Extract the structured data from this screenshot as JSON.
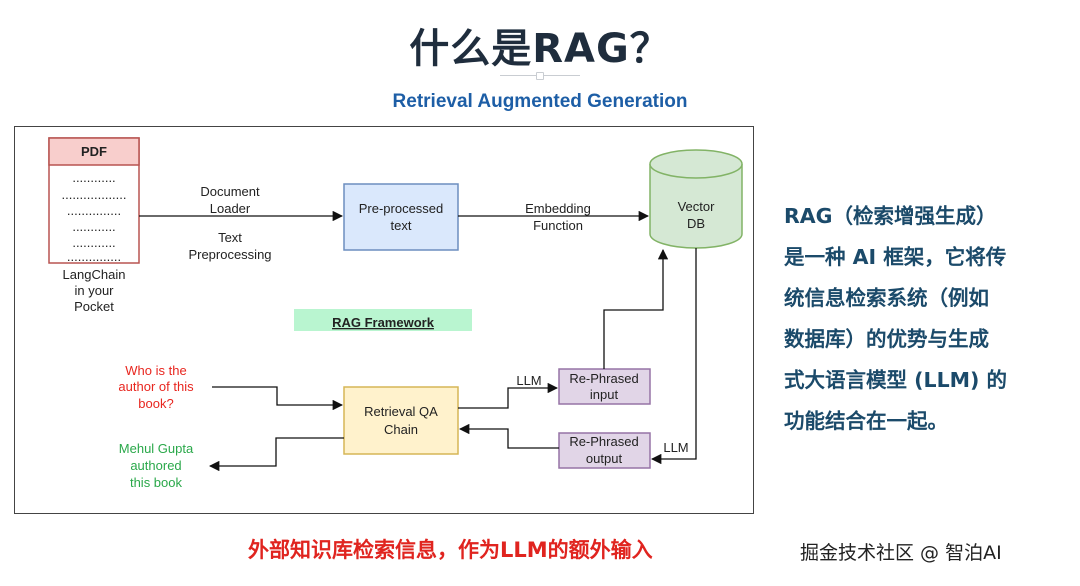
{
  "title": "什么是RAG？",
  "subtitle": "Retrieval Augmented Generation",
  "diagram": {
    "pdf_header": "PDF",
    "pdf_lines": [
      "............",
      "..................",
      "...............",
      "............",
      "............",
      "..............."
    ],
    "pdf_caption": [
      "LangChain",
      "in your",
      "Pocket"
    ],
    "loader_label": [
      "Document",
      "Loader"
    ],
    "text_preprocessing_label": [
      "Text",
      "Preprocessing"
    ],
    "preprocessed_box": [
      "Pre-processed",
      "text"
    ],
    "embedding_label": [
      "Embedding",
      "Function"
    ],
    "vector_db": [
      "Vector",
      "DB"
    ],
    "framework_title": "RAG Framework",
    "question": [
      "Who is the",
      "author of this",
      "book?"
    ],
    "answer": [
      "Mehul Gupta",
      "authored",
      "this book"
    ],
    "qa_chain": [
      "Retrieval QA",
      "Chain"
    ],
    "rephrased_input": [
      "Re-Phrased",
      "input"
    ],
    "rephrased_output": [
      "Re-Phrased",
      "output"
    ],
    "llm_label_top": "LLM",
    "llm_label_bottom": "LLM",
    "colors": {
      "pdf_fill": "#f8cecc",
      "pdf_border": "#b85450",
      "preprocessed_fill": "#dae8fc",
      "preprocessed_border": "#6c8ebf",
      "db_fill": "#d5e8d4",
      "db_border": "#82b366",
      "qa_fill": "#fff2cc",
      "qa_border": "#d6b656",
      "rephrase_fill": "#e1d5e7",
      "rephrase_border": "#9673a6",
      "question_color": "#e8261f",
      "answer_color": "#2aa84a",
      "framework_highlight": "#b9f5d0"
    }
  },
  "side_text": [
    "RAG（检索增强生成）",
    "是一种 AI 框架，它将传",
    "统信息检索系统（例如",
    "数据库）的优势与生成",
    "式大语言模型 (LLM) 的",
    "功能结合在一起。"
  ],
  "bottom_banner": "外部知识库检索信息，作为LLM的额外输入",
  "watermark": "掘金技术社区 @ 智泊AI"
}
